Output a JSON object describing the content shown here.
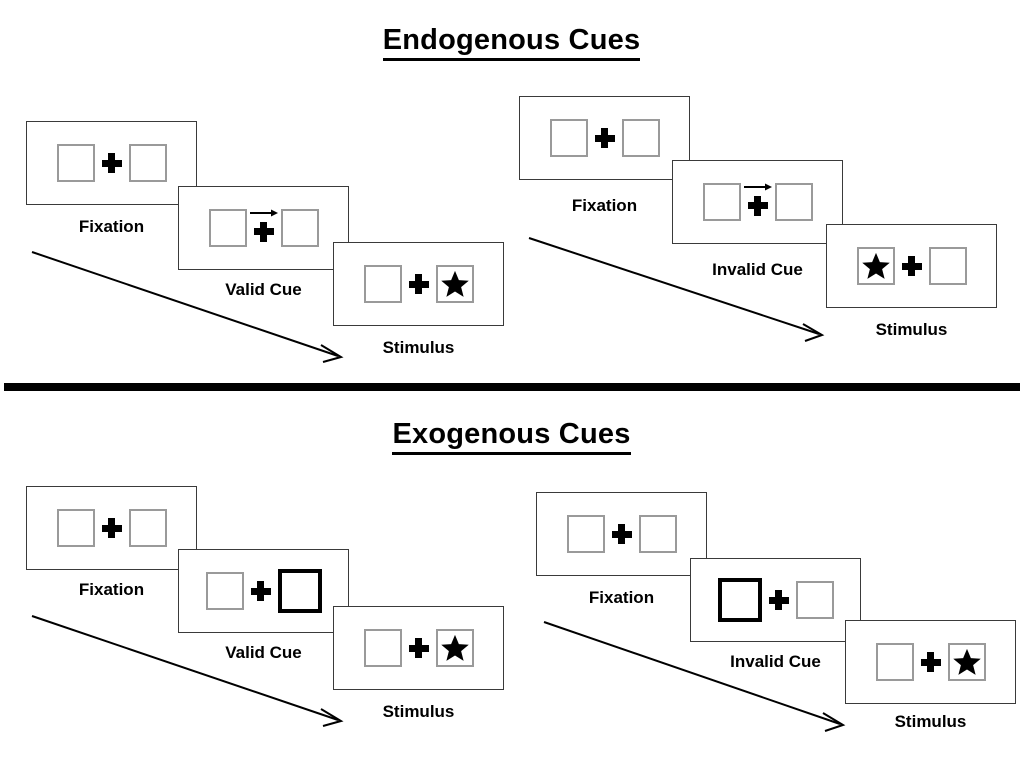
{
  "sections": [
    {
      "title": "Endogenous Cues",
      "cue_type": "arrow",
      "columns": [
        {
          "condition": "valid",
          "panels": [
            {
              "stage_label": "Fixation",
              "left_box": "empty",
              "right_box": "empty",
              "cue": "none",
              "arrow": false
            },
            {
              "stage_label": "Valid Cue",
              "left_box": "empty",
              "right_box": "empty",
              "cue": "right",
              "arrow": true
            },
            {
              "stage_label": "Stimulus",
              "left_box": "empty",
              "right_box": "star",
              "cue": "none",
              "arrow": false
            }
          ]
        },
        {
          "condition": "invalid",
          "panels": [
            {
              "stage_label": "Fixation",
              "left_box": "empty",
              "right_box": "empty",
              "cue": "none",
              "arrow": false
            },
            {
              "stage_label": "Invalid Cue",
              "left_box": "empty",
              "right_box": "empty",
              "cue": "right",
              "arrow": true
            },
            {
              "stage_label": "Stimulus",
              "left_box": "star",
              "right_box": "empty",
              "cue": "none",
              "arrow": false
            }
          ]
        }
      ]
    },
    {
      "title": "Exogenous Cues",
      "cue_type": "highlight",
      "columns": [
        {
          "condition": "valid",
          "panels": [
            {
              "stage_label": "Fixation",
              "left_box": "empty",
              "right_box": "empty",
              "cue": "none",
              "arrow": false
            },
            {
              "stage_label": "Valid Cue",
              "left_box": "empty",
              "right_box": "cued",
              "cue": "right",
              "arrow": false
            },
            {
              "stage_label": "Stimulus",
              "left_box": "empty",
              "right_box": "star",
              "cue": "none",
              "arrow": false
            }
          ]
        },
        {
          "condition": "invalid",
          "panels": [
            {
              "stage_label": "Fixation",
              "left_box": "empty",
              "right_box": "empty",
              "cue": "none",
              "arrow": false
            },
            {
              "stage_label": "Invalid Cue",
              "left_box": "cued",
              "right_box": "empty",
              "cue": "left",
              "arrow": false
            },
            {
              "stage_label": "Stimulus",
              "left_box": "empty",
              "right_box": "star",
              "cue": "none",
              "arrow": false
            }
          ]
        }
      ]
    }
  ],
  "icons": {
    "star": "star-icon",
    "fixation_cross": "fixation-cross-icon",
    "cue_arrow": "cue-arrow-icon",
    "time_arrow": "time-arrow-icon"
  },
  "colors": {
    "background": "#ffffff",
    "foreground": "#000000",
    "box_border": "#9a9a9a",
    "cued_box_border": "#000000",
    "panel_border": "#3a3a3a",
    "divider": "#000000"
  }
}
